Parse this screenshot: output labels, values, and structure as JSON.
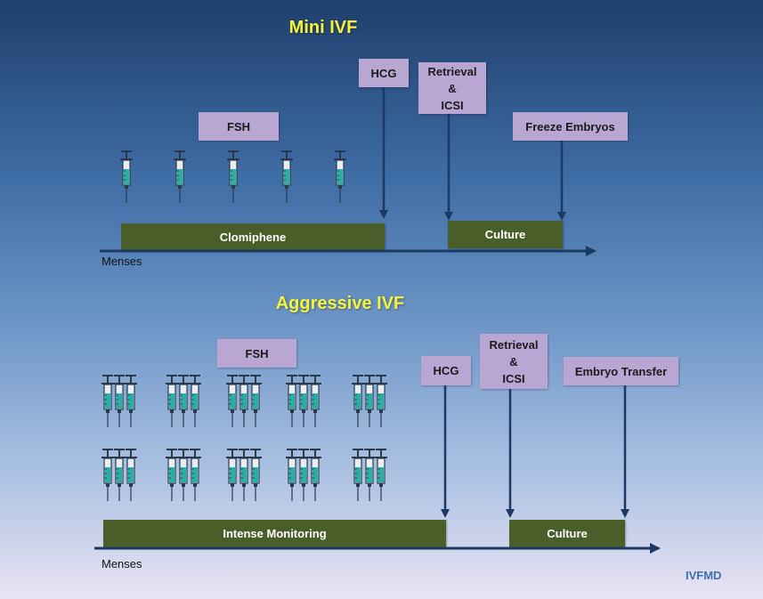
{
  "mini": {
    "title": "Mini IVF",
    "fsh": "FSH",
    "hcg": "HCG",
    "retrieval": [
      "Retrieval",
      "&",
      "ICSI"
    ],
    "freeze": "Freeze Embryos",
    "bar1": "Clomiphene",
    "bar2": "Culture",
    "axis_label": "Menses",
    "injection_count": 5
  },
  "aggressive": {
    "title": "Aggressive IVF",
    "fsh": "FSH",
    "hcg": "HCG",
    "retrieval": [
      "Retrieval",
      "&",
      "ICSI"
    ],
    "transfer": "Embryo Transfer",
    "bar1": "Intense Monitoring",
    "bar2": "Culture",
    "axis_label": "Menses",
    "injection_groups": 10,
    "syringes_per_group": 3
  },
  "footer": "IVFMD",
  "colors": {
    "title": "#f6f43a",
    "label_box": "#b9a6d3",
    "bar": "#4a5e2a",
    "arrow": "#1b3a63",
    "syringe_fill": "#27b0a6"
  }
}
